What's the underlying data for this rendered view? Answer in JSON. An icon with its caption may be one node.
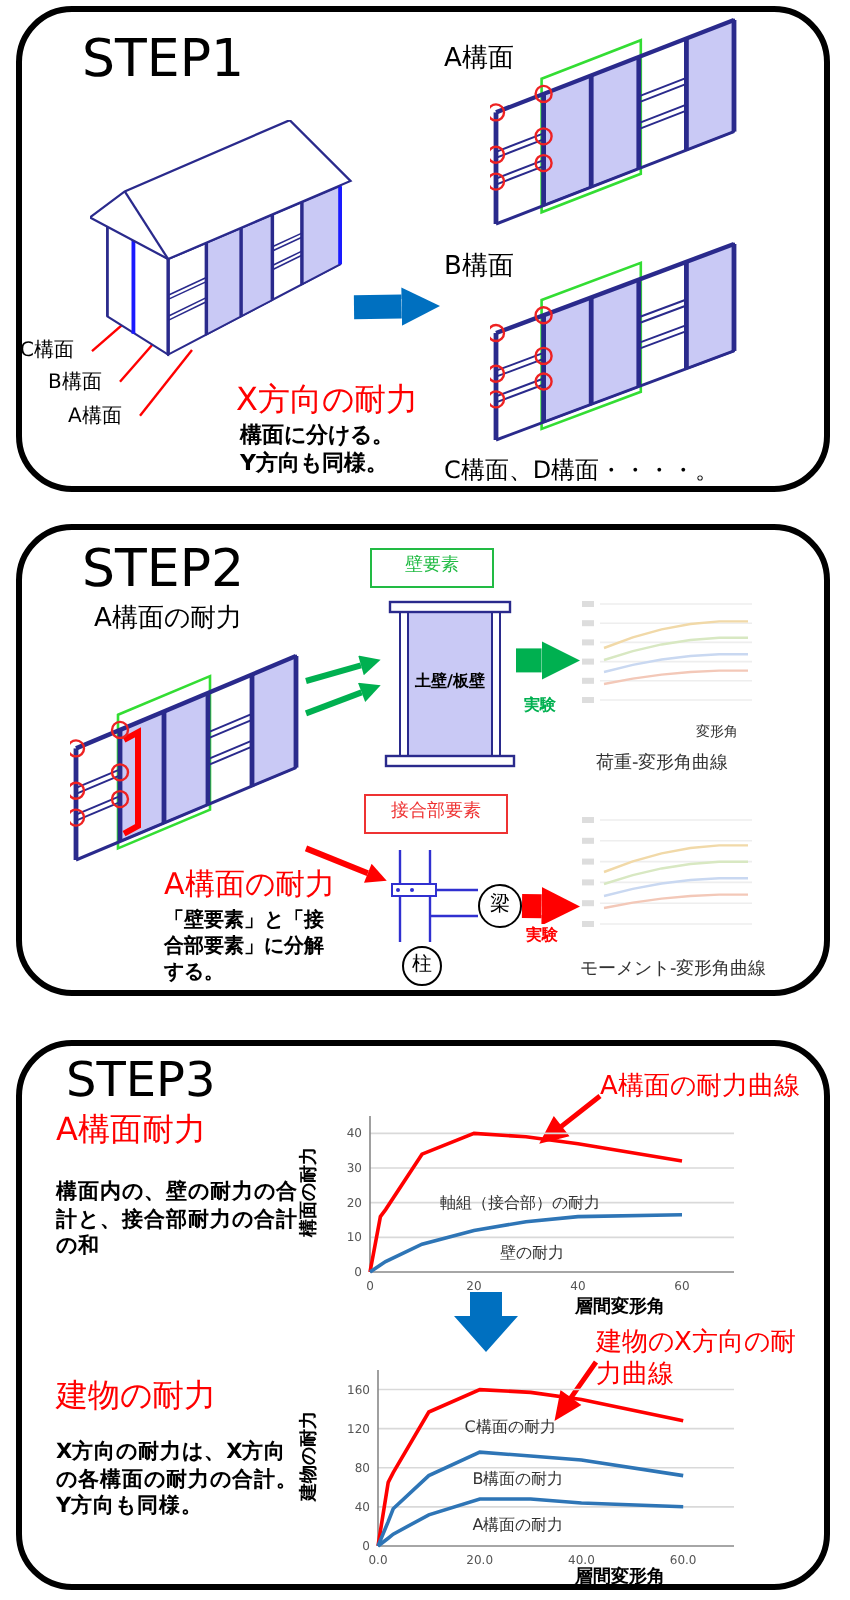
{
  "diagram": {
    "nodes": [
      {
        "text": [
          "STEP1"
        ]
      },
      {
        "text": [],
        "shape": "picture",
        "in": 0
      },
      {
        "text": [
          "C構面"
        ],
        "in": 0
      },
      {
        "text": [
          "B構面"
        ],
        "in": 0
      },
      {
        "text": [
          "A構面"
        ],
        "in": 0
      },
      {
        "text": [
          "A構面"
        ],
        "in": 0
      },
      {
        "text": [
          "B構面"
        ],
        "in": 0
      },
      {
        "text": [
          "STEP2"
        ]
      },
      {
        "text": [
          "A構面の耐力"
        ],
        "in": 7
      },
      {
        "text": [
          "壁要素"
        ],
        "in": 7
      },
      {
        "text": [
          "土壁/板壁"
        ],
        "in": 7
      },
      {
        "text": [],
        "shape": "picture",
        "beside": [
          "変形角",
          "荷重-変形角曲線"
        ],
        "in": 7
      },
      {
        "text": [
          "接合部要素"
        ],
        "in": 7
      },
      {
        "text": [],
        "shape": "picture",
        "in": 7
      },
      {
        "text": [
          "梁"
        ],
        "in": 7
      },
      {
        "text": [
          "柱"
        ],
        "in": 7
      },
      {
        "text": [],
        "shape": "picture",
        "beside": [
          "モーメント-変形角曲線"
        ],
        "in": 7
      },
      {
        "text": [
          "STEP3"
        ]
      },
      {
        "text": [
          "A構面の耐力曲線"
        ],
        "in": 17
      },
      {
        "text": [
          "建物のX方向の耐力曲線"
        ],
        "in": 17
      }
    ],
    "edges": [
      {
        "from": 2,
        "to": 1,
        "arrow": "none"
      },
      {
        "from": 3,
        "to": 1,
        "arrow": "none"
      },
      {
        "from": 4,
        "to": 1,
        "arrow": "none"
      },
      {
        "from": 1,
        "to": 6,
        "arrow": "to",
        "style": "thick",
        "color": "#0070c0"
      },
      {
        "from": 8,
        "to": 10,
        "arrow": "to",
        "color": "#00b050"
      },
      {
        "from": 8,
        "to": 10,
        "arrow": "to",
        "color": "#00b050"
      },
      {
        "from": 8,
        "to": 13,
        "arrow": "to"
      },
      {
        "from": 10,
        "to": 11,
        "arrow": "to",
        "style": "thick",
        "color": "#00b050",
        "label": "実験"
      },
      {
        "from": 14,
        "to": 16,
        "arrow": "to",
        "style": "thick",
        "label": "実験"
      },
      {
        "from": 18,
        "to": null,
        "arrow": "to"
      },
      {
        "from": 19,
        "to": null,
        "arrow": "to"
      }
    ],
    "labels": [
      "X方向の耐力",
      "構面に分ける。Y方向も同様。",
      "C構面、D構面・・・・。",
      "A構面の耐力",
      "「壁要素」と「接合部要素」に分解する。",
      "A構面耐力",
      "構面内の、壁の耐力の合計と、接合部耐力の合計の和",
      "建物の耐力",
      "X方向の耐力は、X方向の各構面の耐力の合計。Y方向も同様。"
    ],
    "chart_data": [
      {
        "type": "line",
        "xlabel": "層間変形角",
        "ylabel": "構面の耐力",
        "x": [
          0,
          2,
          3,
          10,
          20,
          30,
          40,
          60
        ],
        "xlim": [
          0,
          70
        ],
        "ylim": [
          0,
          45
        ],
        "xticks": [
          0,
          20,
          40,
          60
        ],
        "yticks": [
          0,
          10,
          20,
          30,
          40
        ],
        "series": [
          {
            "color": "#ff0000",
            "values": [
              0,
              16,
              18,
              34,
              40,
              39,
              37,
              32
            ]
          },
          {
            "color": "#2e75b6",
            "values": [
              0,
              2,
              3,
              8,
              12,
              14.5,
              16,
              16.5
            ]
          }
        ],
        "grid": true,
        "annotations": [
          "軸組（接合部）の耐力",
          "壁の耐力"
        ]
      },
      {
        "type": "line",
        "xlabel": "層間変形角",
        "ylabel": "建物の耐力",
        "x": [
          0,
          2,
          3,
          10,
          20,
          30,
          40,
          60
        ],
        "xlim": [
          0,
          70
        ],
        "ylim": [
          0,
          180
        ],
        "xticks": [
          {
            "value": 0,
            "label": "0.0"
          },
          {
            "value": 20,
            "label": "20.0"
          },
          {
            "value": 40,
            "label": "40.0"
          },
          {
            "value": 60,
            "label": "60.0"
          }
        ],
        "yticks": [
          0,
          40,
          80,
          120,
          160
        ],
        "series": [
          {
            "color": "#ff0000",
            "values": [
              0,
              65,
              75,
              137,
              160,
              157,
              150,
              128
            ]
          },
          {
            "color": "#2e75b6",
            "values": [
              0,
              25,
              38,
              72,
              96,
              92,
              88,
              72
            ]
          },
          {
            "color": "#2e75b6",
            "values": [
              0,
              8,
              12,
              32,
              48,
              48,
              44,
              40
            ]
          }
        ],
        "grid": true,
        "annotations": [
          "C構面の耐力",
          "B構面の耐力",
          "A構面の耐力"
        ]
      }
    ]
  }
}
